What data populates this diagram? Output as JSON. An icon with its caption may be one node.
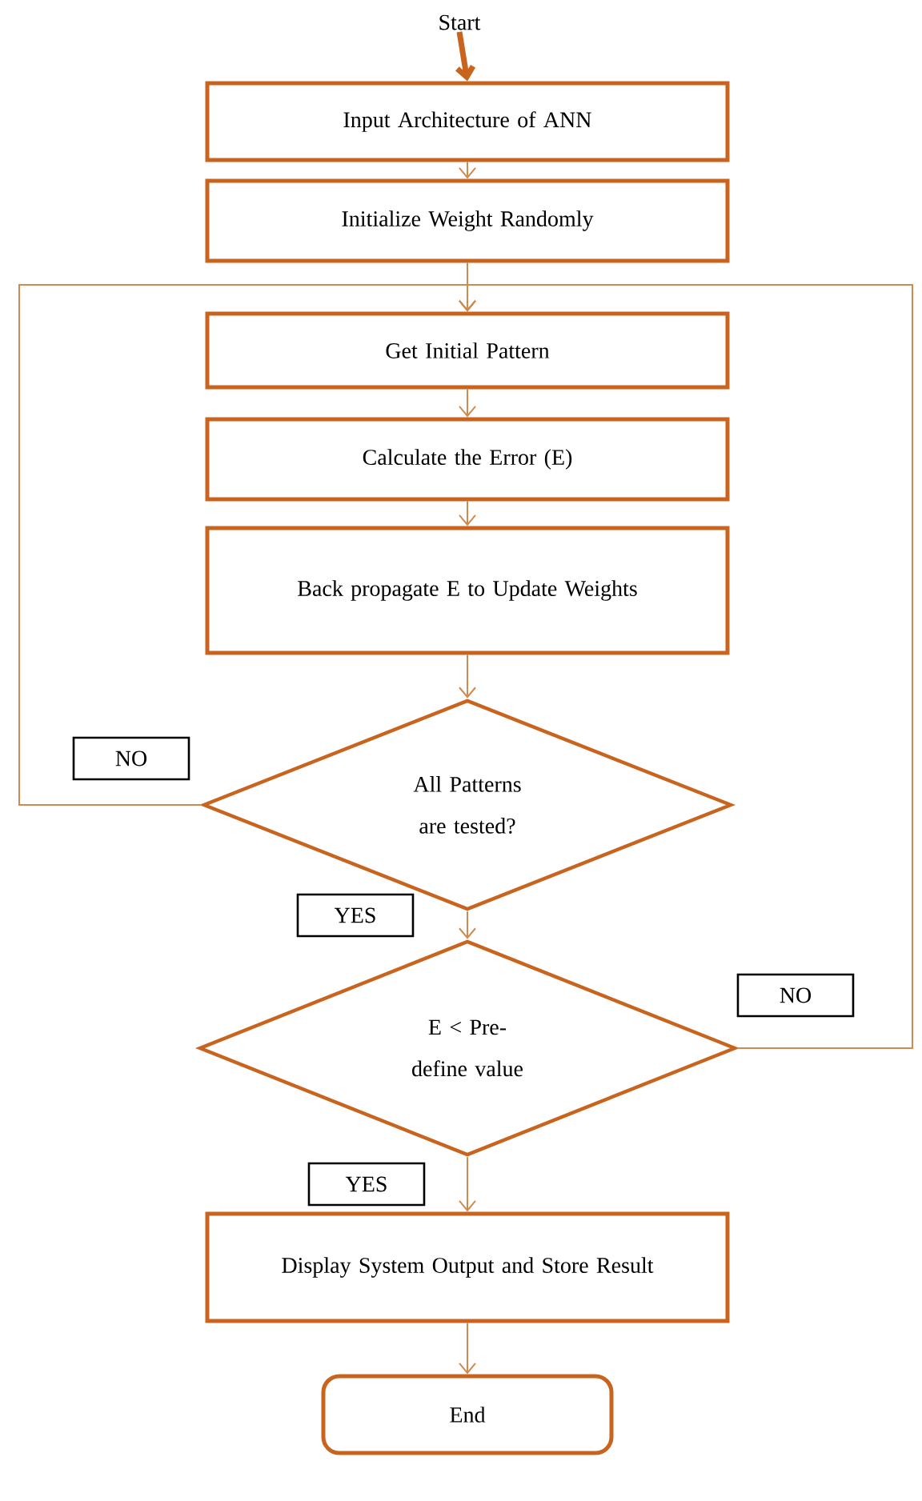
{
  "diagram": {
    "nodes": [
      {
        "text": [
          "Start"
        ]
      },
      {
        "text": [
          "Input Architecture of ANN"
        ]
      },
      {
        "text": [
          "Initialize Weight Randomly"
        ]
      },
      {
        "text": [
          "Get Initial Pattern"
        ]
      },
      {
        "text": [
          "Calculate the Error (E)"
        ]
      },
      {
        "text": [
          "Back propagate E to Update Weights"
        ]
      },
      {
        "text": [
          "All Patterns are tested?"
        ]
      },
      {
        "text": [
          "E < Pre-define value"
        ]
      },
      {
        "text": [
          "Display System Output and Store Result"
        ]
      },
      {
        "text": [
          "End"
        ]
      }
    ],
    "edges": [
      {
        "from": 0,
        "to": 1,
        "arrow": "to",
        "style": "thick"
      },
      {
        "from": 1,
        "to": 2,
        "arrow": "to"
      },
      {
        "from": 2,
        "to": 3,
        "arrow": "to"
      },
      {
        "from": 3,
        "to": 4,
        "arrow": "to"
      },
      {
        "from": 4,
        "to": 5,
        "arrow": "to"
      },
      {
        "from": 5,
        "to": 6,
        "arrow": "to"
      },
      {
        "from": 6,
        "to": 3,
        "arrow": "to",
        "label": "NO"
      },
      {
        "from": 6,
        "to": 7,
        "arrow": "to",
        "label": "YES"
      },
      {
        "from": 7,
        "to": 3,
        "arrow": "to",
        "label": "NO"
      },
      {
        "from": 7,
        "to": 8,
        "arrow": "to",
        "label": "YES"
      },
      {
        "from": 8,
        "to": 9,
        "arrow": "to"
      }
    ]
  }
}
